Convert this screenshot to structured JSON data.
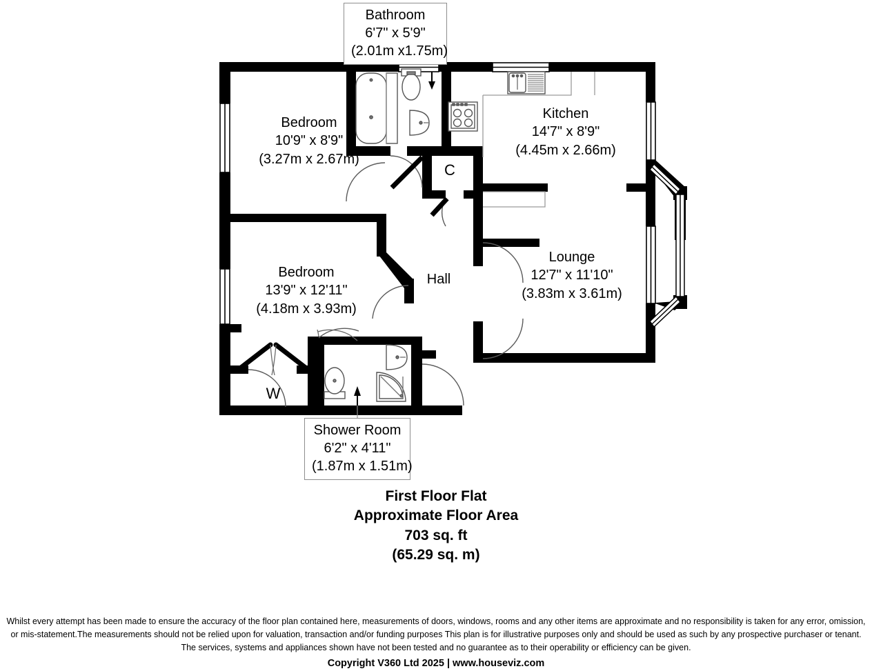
{
  "document": {
    "type": "floor-plan",
    "title": "First Floor Flat"
  },
  "rooms": [
    {
      "id": "bathroom",
      "name": "Bathroom",
      "imperial": "6'7\" x 5'9\"",
      "metric": "(2.01m x1.75m)",
      "boxed": true
    },
    {
      "id": "bedroom-1",
      "name": "Bedroom",
      "imperial": "10'9\" x 8'9\"",
      "metric": "(3.27m x 2.67m)",
      "boxed": false
    },
    {
      "id": "kitchen",
      "name": "Kitchen",
      "imperial": "14'7\" x 8'9\"",
      "metric": "(4.45m x 2.66m)",
      "boxed": false
    },
    {
      "id": "bedroom-2",
      "name": "Bedroom",
      "imperial": "13'9\" x 12'11\"",
      "metric": "(4.18m x 3.93m)",
      "boxed": false
    },
    {
      "id": "lounge",
      "name": "Lounge",
      "imperial": "12'7\" x 11'10\"",
      "metric": "(3.83m x 3.61m)",
      "boxed": false
    },
    {
      "id": "shower-room",
      "name": "Shower Room",
      "imperial": "6'2\" x 4'11\"",
      "metric": "(1.87m x 1.51m)",
      "boxed": true
    }
  ],
  "simple_labels": {
    "hall": "Hall",
    "cupboard": "C",
    "wardrobe": "W"
  },
  "summary": {
    "line1": "First Floor Flat",
    "line2": "Approximate Floor Area",
    "line3": "703 sq. ft",
    "line4": "(65.29 sq. m)"
  },
  "disclaimer": {
    "line1": "Whilst every attempt has been made to ensure the accuracy of the floor plan contained here, measurements of doors, windows, rooms and any other items are approximate and no responsibility is taken for any error, omission,",
    "line2": "or mis-statement.The measurements should not be relied upon for valuation, transaction and/or funding purposes This plan is for illustrative purposes only and should be used as such by any prospective purchaser or tenant.",
    "line3": "The services, systems and appliances shown have not been tested and no guarantee as to their operability or efficiency can be given.",
    "copyright": "Copyright V360 Ltd 2025 | www.houseviz.com"
  },
  "fixtures": [
    {
      "id": "bathtub",
      "icon": "bathtub-icon",
      "room": "bathroom"
    },
    {
      "id": "wc-bathroom",
      "icon": "toilet-icon",
      "room": "bathroom"
    },
    {
      "id": "basin-bathroom",
      "icon": "washbasin-icon",
      "room": "bathroom"
    },
    {
      "id": "hob",
      "icon": "cooker-hob-icon",
      "room": "kitchen"
    },
    {
      "id": "sink",
      "icon": "kitchen-sink-icon",
      "room": "kitchen"
    },
    {
      "id": "wc-shower-room",
      "icon": "toilet-icon",
      "room": "shower-room"
    },
    {
      "id": "basin-shower-room",
      "icon": "washbasin-icon",
      "room": "shower-room"
    },
    {
      "id": "shower-tray",
      "icon": "shower-quadrant-icon",
      "room": "shower-room"
    }
  ],
  "colors": {
    "wall": "#000000",
    "background": "#ffffff",
    "fixture_outline": "#4d4d4d",
    "label_box_border": "#8d8d8d",
    "thin_line": "#5a5a5a"
  }
}
